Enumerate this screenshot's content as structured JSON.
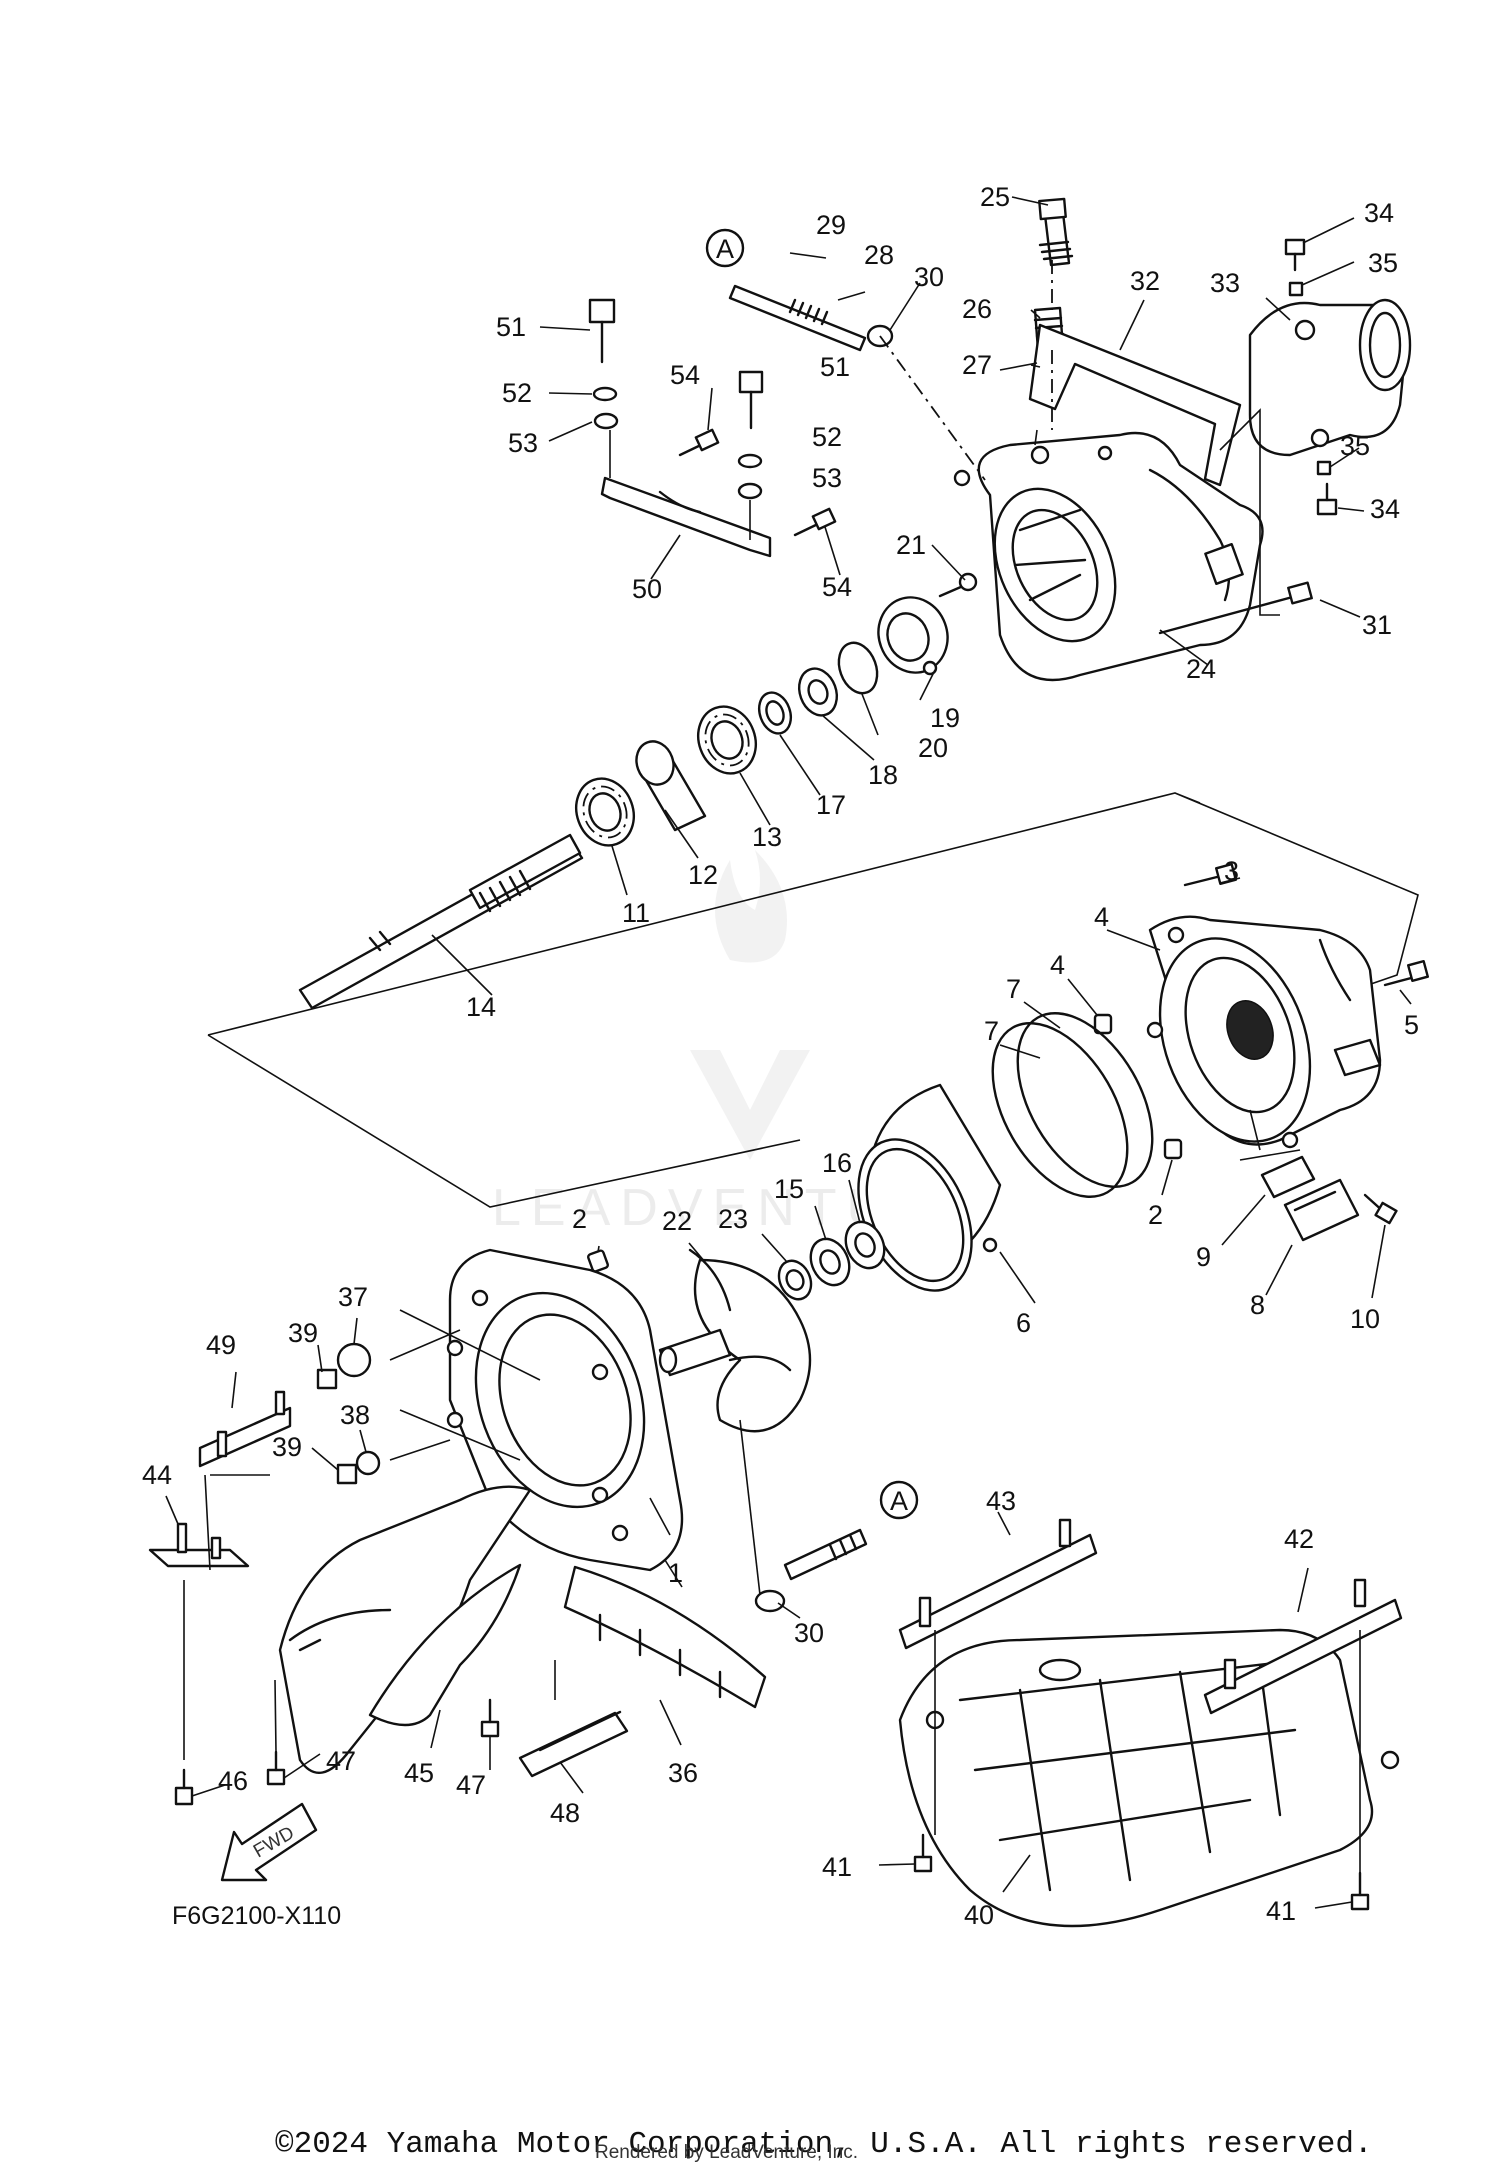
{
  "diagram": {
    "code": "F6G2100-X110",
    "fwd_label": "FWD",
    "watermark": "LEADVENTURE",
    "ref_marker": "A",
    "copyright": "©2024 Yamaha Motor Corporation, U.S.A. All rights reserved.",
    "rendered_by": "Rendered by LeadVenture, Inc.",
    "labels": {
      "p1": "1",
      "p2a": "2",
      "p2b": "2",
      "p3": "3",
      "p4a": "4",
      "p4b": "4",
      "p5": "5",
      "p6": "6",
      "p7a": "7",
      "p7b": "7",
      "p8": "8",
      "p9": "9",
      "p10": "10",
      "p11": "11",
      "p12": "12",
      "p13": "13",
      "p14": "14",
      "p15": "15",
      "p16": "16",
      "p17": "17",
      "p18": "18",
      "p19": "19",
      "p20": "20",
      "p21": "21",
      "p22": "22",
      "p23": "23",
      "p24": "24",
      "p25": "25",
      "p26": "26",
      "p27": "27",
      "p28": "28",
      "p29": "29",
      "p30a": "30",
      "p30b": "30",
      "p31": "31",
      "p32": "32",
      "p33": "33",
      "p34a": "34",
      "p34b": "34",
      "p35a": "35",
      "p35b": "35",
      "p36": "36",
      "p37": "37",
      "p38": "38",
      "p39a": "39",
      "p39b": "39",
      "p40": "40",
      "p41a": "41",
      "p41b": "41",
      "p42": "42",
      "p43": "43",
      "p44": "44",
      "p45": "45",
      "p46": "46",
      "p47a": "47",
      "p47b": "47",
      "p48": "48",
      "p49": "49",
      "p50": "50",
      "p51a": "51",
      "p51b": "51",
      "p52a": "52",
      "p52b": "52",
      "p53a": "53",
      "p53b": "53",
      "p54a": "54",
      "p54b": "54"
    }
  }
}
